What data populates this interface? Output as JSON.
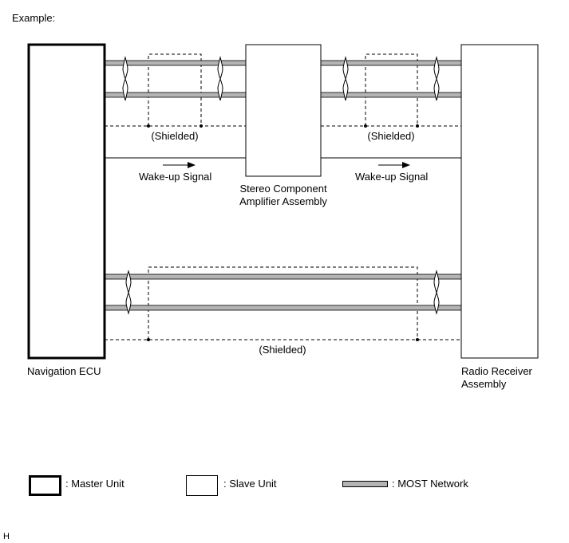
{
  "header": {
    "caption": "Example:"
  },
  "units": {
    "navigation_ecu": "Navigation ECU",
    "amplifier_line1": "Stereo Component",
    "amplifier_line2": "Amplifier Assembly",
    "radio_line1": "Radio Receiver",
    "radio_line2": "Assembly"
  },
  "signals": {
    "shielded_left": "(Shielded)",
    "shielded_right": "(Shielded)",
    "shielded_bottom": "(Shielded)",
    "wakeup_left": "Wake-up Signal",
    "wakeup_right": "Wake-up Signal"
  },
  "legend": {
    "master": ": Master Unit",
    "slave": ": Slave Unit",
    "most": ": MOST Network"
  },
  "footer": {
    "mark": "H"
  },
  "colors": {
    "most_network": "#b4b4b4",
    "line": "#000000",
    "background": "#ffffff"
  }
}
